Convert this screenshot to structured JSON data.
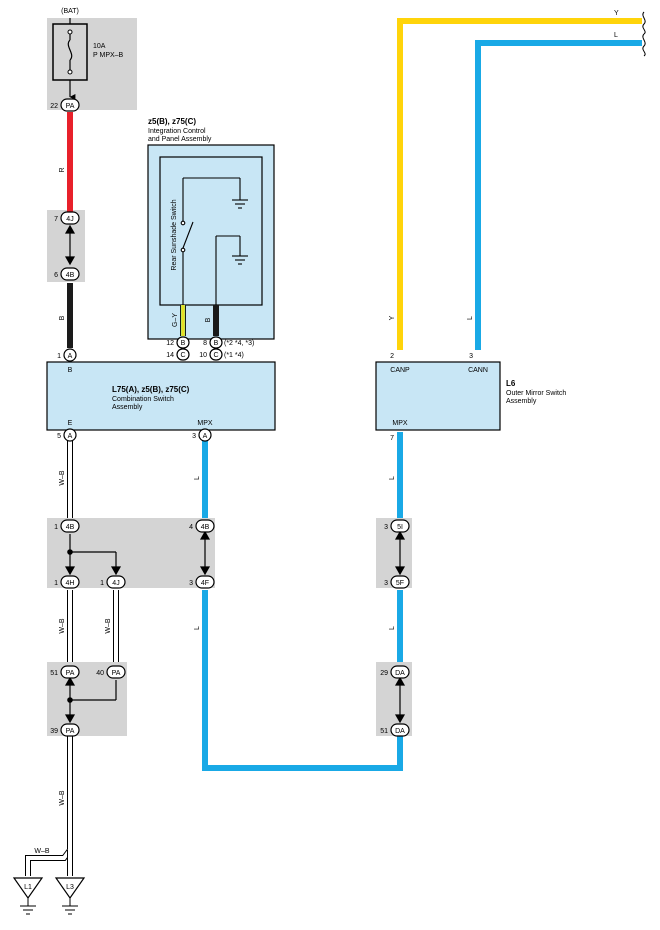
{
  "colors": {
    "red": "#e8202a",
    "black": "#1a1a1a",
    "white_black": "#ffffff",
    "blue": "#19a9e6",
    "yellow": "#ffd40a",
    "green_yellow": "#c8e84a",
    "component_fill": "#c8e6f5",
    "junction_fill": "#d4d4d4"
  },
  "fuse": {
    "source": "(BAT)",
    "rating": "10A",
    "name": "P MPX–B",
    "pin": "22",
    "conn": "PA"
  },
  "wire_labels": {
    "r": "R",
    "b1": "B",
    "gy": "G–Y",
    "b2": "B",
    "wb1": "W–B",
    "wb2": "W–B",
    "wb3": "W–B",
    "wb4": "W–B",
    "wb5": "W–B",
    "l1": "L",
    "l2": "L",
    "l3": "L",
    "l4": "L",
    "y_top": "Y",
    "l_top": "L",
    "y_side": "Y",
    "l_side": "L"
  },
  "integration": {
    "codes": "z5(B), z75(C)",
    "name1": "Integration Control",
    "name2": "and Panel Assembly",
    "switch": "Rear Sunshade Switch",
    "pinA1": "12",
    "connA1": "B",
    "pinA2": "14",
    "connA2": "C",
    "pinB1": "8",
    "connB1": "B",
    "pinB2": "10",
    "connB2": "C",
    "note1": "(*2 *4, *3)",
    "note2": "(*1 *4)"
  },
  "combination": {
    "codes": "L75(A), z5(B), z75(C)",
    "name1": "Combination Switch",
    "name2": "Assembly",
    "term_b": "B",
    "term_e": "E",
    "term_mpx": "MPX",
    "pin_b": "1",
    "conn_b": "A",
    "pin_e": "5",
    "conn_e": "A",
    "pin_mpx": "3",
    "conn_mpx": "A"
  },
  "mirror": {
    "code": "L6",
    "name1": "Outer Mirror Switch",
    "name2": "Assembly",
    "term_canp": "CANP",
    "term_cann": "CANN",
    "term_mpx": "MPX",
    "pin_canp": "2",
    "pin_cann": "3",
    "pin_mpx": "7"
  },
  "junctions": {
    "j7": {
      "pin": "7",
      "conn": "4J"
    },
    "j6": {
      "pin": "6",
      "conn": "4B"
    },
    "w1": {
      "pin": "1",
      "conn": "4B"
    },
    "w2": {
      "pin": "1",
      "conn": "4H"
    },
    "w3": {
      "pin": "1",
      "conn": "4J"
    },
    "m1": {
      "pin": "4",
      "conn": "4B"
    },
    "m2": {
      "pin": "3",
      "conn": "4F"
    },
    "r1": {
      "pin": "3",
      "conn": "5I"
    },
    "r2": {
      "pin": "3",
      "conn": "5F"
    },
    "p1": {
      "pin": "51",
      "conn": "PA"
    },
    "p2": {
      "pin": "40",
      "conn": "PA"
    },
    "p3": {
      "pin": "39",
      "conn": "PA"
    },
    "d1": {
      "pin": "29",
      "conn": "DA"
    },
    "d2": {
      "pin": "51",
      "conn": "DA"
    }
  },
  "grounds": {
    "g1": "L1",
    "g2": "L3"
  }
}
